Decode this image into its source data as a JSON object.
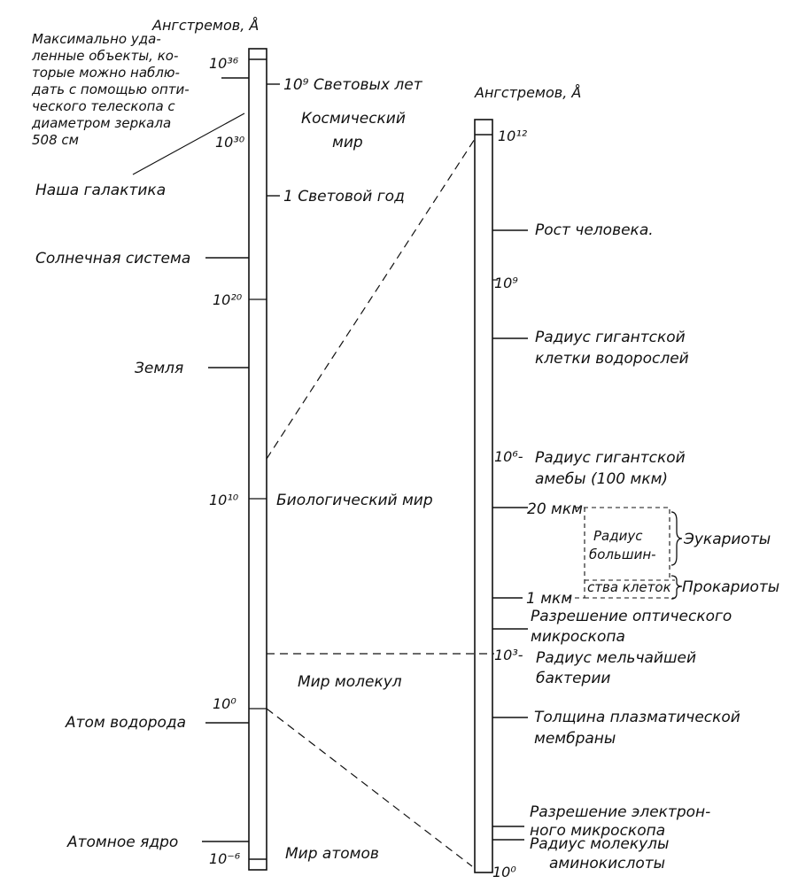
{
  "left_scale": {
    "header": "Ангстремов, Å",
    "ticks": [
      "10³⁶",
      "10³⁰",
      "10²⁰",
      "10¹⁰",
      "10⁰",
      "10⁻⁶"
    ],
    "right_marks": [
      "10⁹ Световых лет",
      "1 Световой год"
    ],
    "left_labels": {
      "telescope": [
        "Максимально уда-",
        "ленные объекты, ко-",
        "торые можно наблю-",
        "дать с помощью опти-",
        "ческого телескопа с",
        "диаметром зеркала",
        "508 см"
      ],
      "galaxy": "Наша галактика",
      "solar_system": "Солнечная система",
      "earth": "Земля",
      "hydrogen_atom": "Атом водорода",
      "atomic_nucleus": "Атомное ядро"
    },
    "worlds": {
      "cosmic": [
        "Космический",
        "мир"
      ],
      "biological": "Биологический мир",
      "molecules": "Мир молекул",
      "atoms": "Мир атомов"
    }
  },
  "right_scale": {
    "header": "Ангстремов, Å",
    "ticks": [
      "10¹²",
      "10⁹",
      "10⁶-",
      "10³-",
      "10⁰"
    ],
    "labels": {
      "human_height": "Рост человека.",
      "giant_algae": [
        "Радиус гигантской",
        "клетки водорослей"
      ],
      "giant_amoeba": [
        "Радиус гигантской",
        "амебы (100 мкм)"
      ],
      "um20": "20 мкм",
      "um1": "1 мкм",
      "cell_radius": [
        "Радиус",
        "большин-",
        "ства клеток"
      ],
      "eukaryotes": "Эукариоты",
      "prokaryotes": "Прокариоты",
      "optical_res": [
        "Разрешение оптического",
        "микроскопа"
      ],
      "smallest_bacteria": [
        "Радиус мельчайшей",
        "бактерии"
      ],
      "membrane": [
        "Толщина плазматической",
        "мембраны"
      ],
      "electron_res": [
        "Разрешение электрон-",
        "ного микроскопа"
      ],
      "amino_acid": [
        "Радиус молекулы",
        "аминокислоты"
      ]
    }
  }
}
